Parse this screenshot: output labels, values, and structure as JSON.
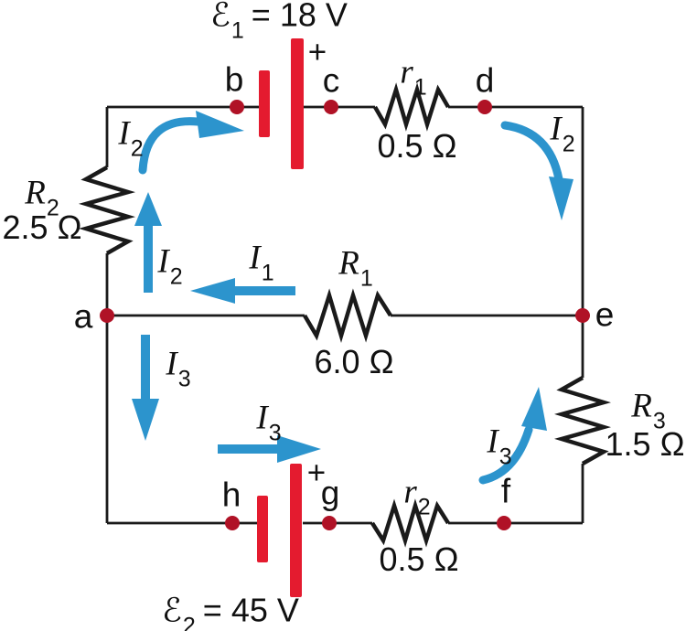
{
  "colors": {
    "wire": "#1a1a1a",
    "battery": "#e41b2f",
    "node": "#b01226",
    "arrow": "#2c94cd",
    "ink": "#111111"
  },
  "emf1": {
    "symbol": "ℰ",
    "sub": "1",
    "eq": "= 18 V"
  },
  "emf2": {
    "symbol": "ℰ",
    "sub": "2",
    "eq": "= 45 V"
  },
  "plus": "+",
  "nodes": {
    "a": "a",
    "b": "b",
    "c": "c",
    "d": "d",
    "e": "e",
    "f": "f",
    "g": "g",
    "h": "h"
  },
  "resistors": {
    "r1": {
      "symbol": "r",
      "sub": "1",
      "value": "0.5 Ω"
    },
    "r2": {
      "symbol": "r",
      "sub": "2",
      "value": "0.5 Ω"
    },
    "R1": {
      "symbol": "R",
      "sub": "1",
      "value": "6.0 Ω"
    },
    "R2": {
      "symbol": "R",
      "sub": "2",
      "value": "2.5 Ω"
    },
    "R3": {
      "symbol": "R",
      "sub": "3",
      "value": "1.5 Ω"
    }
  },
  "currents": {
    "i1": {
      "symbol": "I",
      "sub": "1"
    },
    "i2": {
      "symbol": "I",
      "sub": "2"
    },
    "i3": {
      "symbol": "I",
      "sub": "3"
    }
  }
}
